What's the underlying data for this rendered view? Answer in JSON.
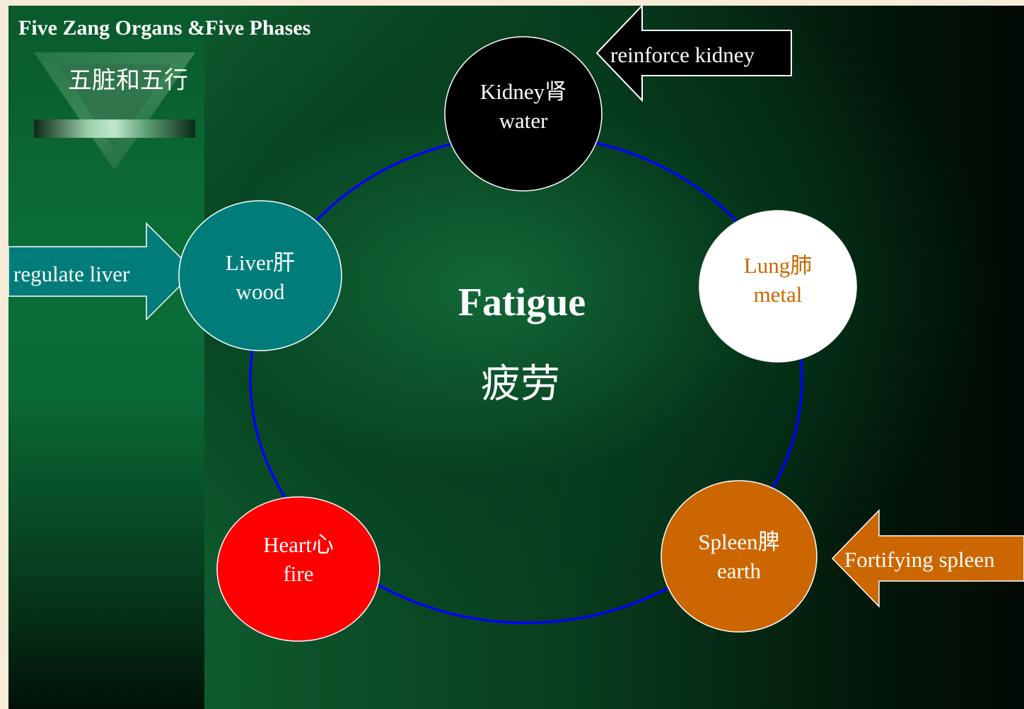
{
  "title": "Five Zang Organs &Five Phases",
  "subtitle": "五脏和五行",
  "center": {
    "en": "Fatigue",
    "zh": "疲劳"
  },
  "nodes": {
    "kidney": {
      "organ": "Kidney肾",
      "element": "water",
      "fill": "#000000",
      "text": "#ffffff"
    },
    "lung": {
      "organ": "Lung肺",
      "element": "metal",
      "fill": "#ffffff",
      "text": "#cc6600"
    },
    "spleen": {
      "organ": "Spleen脾",
      "element": "earth",
      "fill": "#cc6600",
      "text": "#ffffff"
    },
    "heart": {
      "organ": "Heart心",
      "element": "fire",
      "fill": "#ff0000",
      "text": "#ffffff"
    },
    "liver": {
      "organ": "Liver肝",
      "element": "wood",
      "fill": "#007d7b",
      "text": "#ffffff"
    }
  },
  "arrows": {
    "kidney": {
      "label": "reinforce kidney",
      "fill": "#000000"
    },
    "liver": {
      "label": "regulate liver",
      "fill": "#007d7b"
    },
    "spleen": {
      "label": "Fortifying spleen",
      "fill": "#cc6600"
    }
  },
  "colors": {
    "cycle": "#0000ff",
    "background": "#0a4a24"
  }
}
